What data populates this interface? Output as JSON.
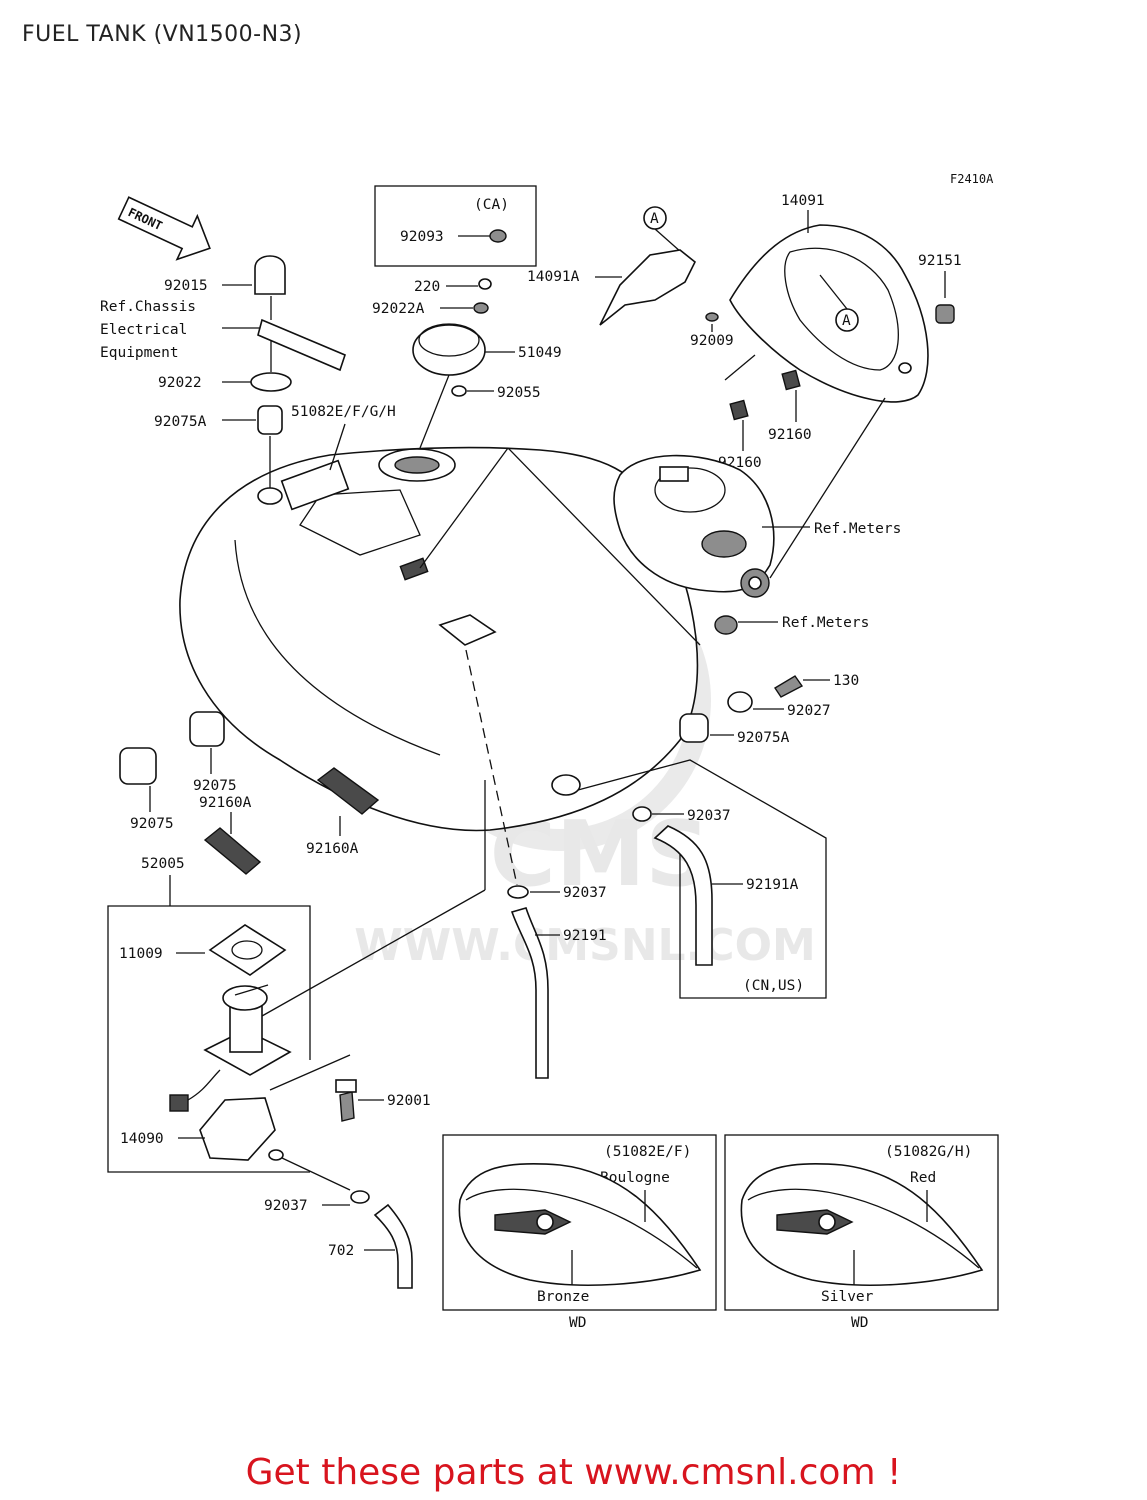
{
  "title": "FUEL TANK (VN1500-N3)",
  "figure_code": "F2410A",
  "front_label": "FRONT",
  "watermark": {
    "brand": "CMS",
    "url": "WWW.CMSNL.COM"
  },
  "footer": "Get these parts at www.cmsnl.com !",
  "callout_a": "A",
  "labels": {
    "p92015": "92015",
    "ref_chassis_1": "Ref.Chassis",
    "ref_chassis_2": "Electrical",
    "ref_chassis_3": "Equipment",
    "p92022": "92022",
    "p92075A_top": "92075A",
    "p51082": "51082E/F/G/H",
    "ca": "(CA)",
    "p92093": "92093",
    "p220": "220",
    "p92022A": "92022A",
    "p51049": "51049",
    "p92055": "92055",
    "p14091A": "14091A",
    "p92009": "92009",
    "p14091": "14091",
    "p92151": "92151",
    "p92160_a": "92160",
    "p92160_b": "92160",
    "ref_meters_1": "Ref.Meters",
    "ref_meters_2": "Ref.Meters",
    "p130": "130",
    "p92027": "92027",
    "p92075A_right": "92075A",
    "p92037_a": "92037",
    "p92191A": "92191A",
    "cn_us": "(CN,US)",
    "p92037_b": "92037",
    "p92191": "92191",
    "p92075_a": "92075",
    "p92075_b": "92075",
    "p92160A_a": "92160A",
    "p92160A_b": "92160A",
    "p52005": "52005",
    "p11009": "11009",
    "p92001": "92001",
    "p14090": "14090",
    "p92037_c": "92037",
    "p702": "702",
    "box1_title": "(51082E/F)",
    "box1_color1": "Boulogne",
    "box1_color2": "Bronze",
    "box1_wd": "WD",
    "box2_title": "(51082G/H)",
    "box2_color1": "Red",
    "box2_color2": "Silver",
    "box2_wd": "WD"
  }
}
